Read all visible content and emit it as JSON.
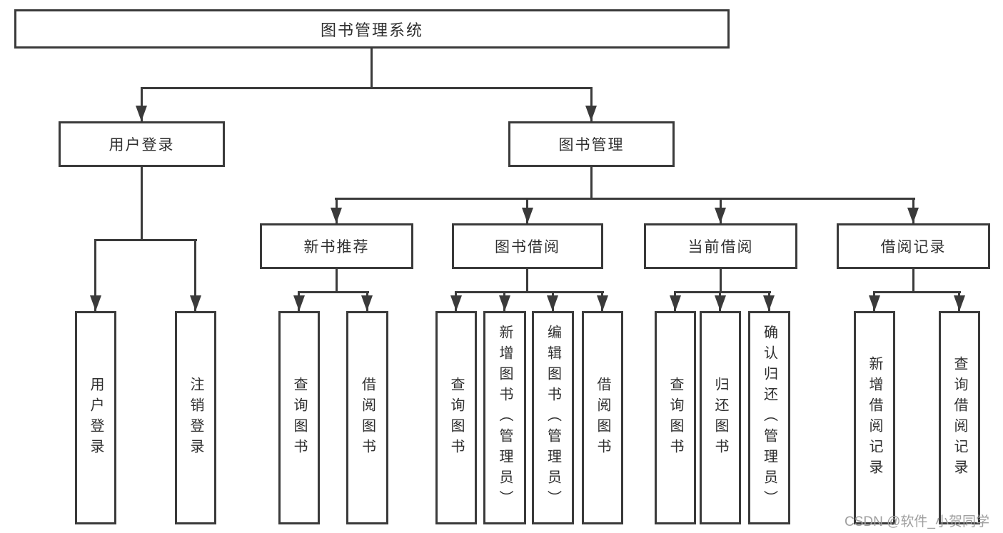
{
  "diagram": {
    "watermark": "CSDN @软件_小贺同学",
    "colors": {
      "line": "#3a3a3a",
      "text": "#2f2f2f",
      "watermark": "#9e9e9e",
      "background": "#ffffff"
    },
    "tree": {
      "label": "图书管理系统",
      "children": [
        {
          "label": "用户登录",
          "children": [
            {
              "label": "用户登录"
            },
            {
              "label": "注销登录"
            }
          ]
        },
        {
          "label": "图书管理",
          "children": [
            {
              "label": "新书推荐",
              "children": [
                {
                  "label": "查询图书"
                },
                {
                  "label": "借阅图书"
                }
              ]
            },
            {
              "label": "图书借阅",
              "children": [
                {
                  "label": "查询图书"
                },
                {
                  "label": "新增图书（管理员）"
                },
                {
                  "label": "编辑图书（管理员）"
                },
                {
                  "label": "借阅图书"
                }
              ]
            },
            {
              "label": "当前借阅",
              "children": [
                {
                  "label": "查询图书"
                },
                {
                  "label": "归还图书"
                },
                {
                  "label": "确认归还（管理员）"
                }
              ]
            },
            {
              "label": "借阅记录",
              "children": [
                {
                  "label": "新增借阅记录"
                },
                {
                  "label": "查询借阅记录"
                }
              ]
            }
          ]
        }
      ]
    }
  }
}
